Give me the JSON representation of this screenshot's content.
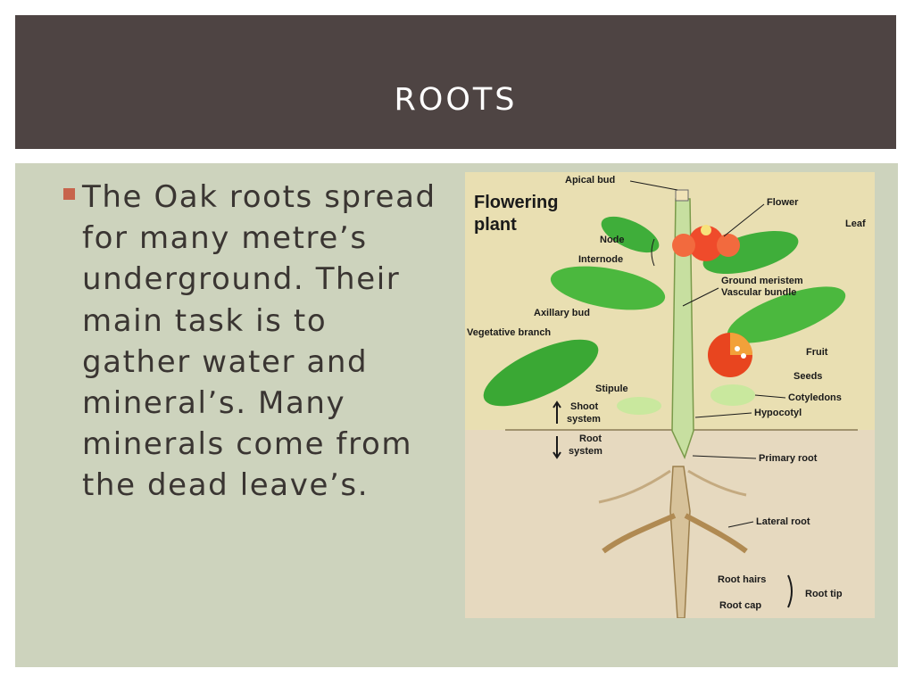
{
  "slide": {
    "title": "ROOTS",
    "body": "The Oak roots spread for many metre’s underground. Their main task is to gather water and mineral’s. Many minerals come from the dead leave’s.",
    "colors": {
      "title_bar": "#4e4443",
      "content_bg": "#cdd3bd",
      "bullet": "#c7644c",
      "text": "#3a3532"
    }
  },
  "figure": {
    "heading_line1": "Flowering",
    "heading_line2": "plant",
    "labels": {
      "apical_bud": "Apical bud",
      "flower": "Flower",
      "leaf": "Leaf",
      "node": "Node",
      "internode": "Internode",
      "ground_meristem": "Ground meristem",
      "vascular_bundle": "Vascular bundle",
      "axillary_bud": "Axillary bud",
      "vegetative_branch": "Vegetative branch",
      "fruit": "Fruit",
      "seeds": "Seeds",
      "stipule": "Stipule",
      "cotyledons": "Cotyledons",
      "shoot_system_1": "Shoot",
      "shoot_system_2": "system",
      "hypocotyl": "Hypocotyl",
      "root_system_1": "Root",
      "root_system_2": "system",
      "primary_root": "Primary root",
      "lateral_root": "Lateral root",
      "root_hairs": "Root hairs",
      "root_tip": "Root tip",
      "root_cap": "Root cap"
    }
  }
}
